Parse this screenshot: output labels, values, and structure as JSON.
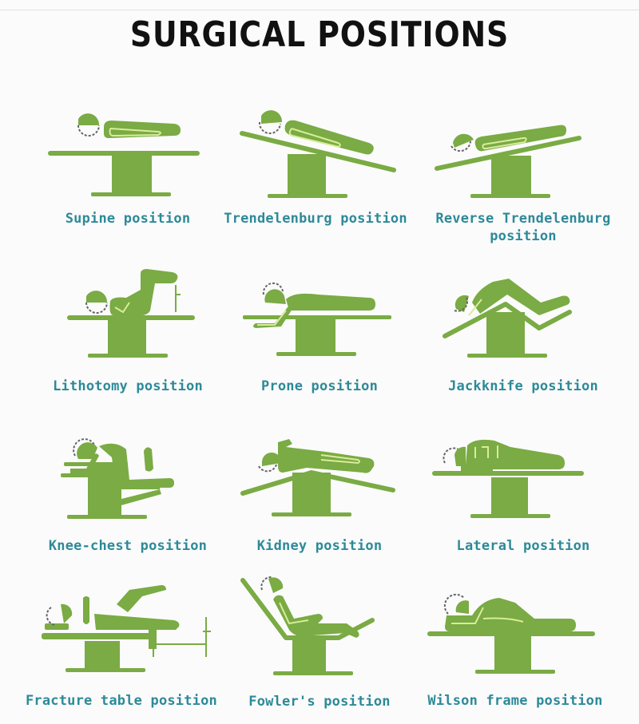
{
  "title": "SURGICAL POSITIONS",
  "colors": {
    "illustration": "#7aab44",
    "label": "#2d8a98",
    "title": "#111111",
    "background": "#fbfbfb"
  },
  "positions": [
    {
      "label": "Supine position",
      "icon": "supine-figure"
    },
    {
      "label": "Trendelenburg position",
      "icon": "trendelenburg-figure"
    },
    {
      "label": "Reverse Trendelenburg",
      "label_line2": "position",
      "icon": "reverse-trendelenburg-figure"
    },
    {
      "label": "Lithotomy position",
      "icon": "lithotomy-figure"
    },
    {
      "label": "Prone position",
      "icon": "prone-figure"
    },
    {
      "label": "Jackknife position",
      "icon": "jackknife-figure"
    },
    {
      "label": "Knee-chest position",
      "icon": "knee-chest-figure"
    },
    {
      "label": "Kidney position",
      "icon": "kidney-figure"
    },
    {
      "label": "Lateral position",
      "icon": "lateral-figure"
    },
    {
      "label": "Fracture table position",
      "icon": "fracture-table-figure"
    },
    {
      "label": "Fowler's position",
      "icon": "fowler-figure"
    },
    {
      "label": "Wilson frame position",
      "icon": "wilson-frame-figure"
    }
  ]
}
